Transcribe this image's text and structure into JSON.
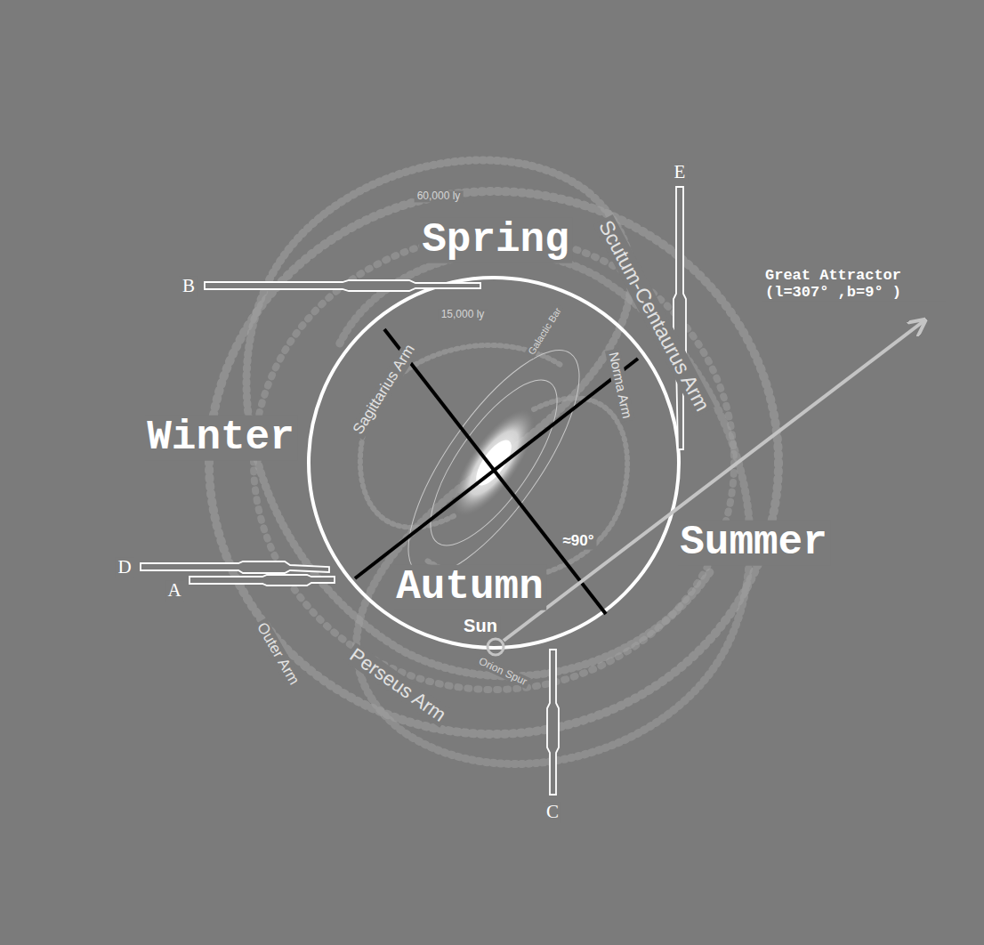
{
  "diagram": {
    "labels": [
      "Spring",
      "Winter",
      "Autumn",
      "Summer",
      "Sun",
      "Great Attractor (l=307° ,b=9° )",
      "≈90°",
      "A",
      "B",
      "C",
      "D",
      "E",
      "Scutum-Centaurus Arm",
      "Sagittarius Arm",
      "Norma Arm",
      "Perseus Arm",
      "Outer Arm",
      "Orion Spur",
      "60,000 ly",
      "15,000 ly",
      "Galactic Bar"
    ]
  }
}
